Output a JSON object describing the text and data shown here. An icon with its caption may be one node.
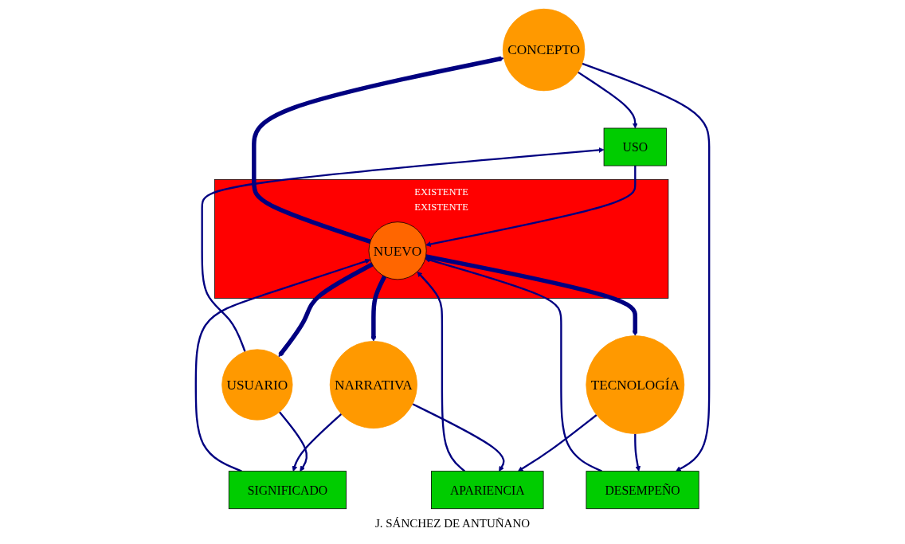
{
  "diagram": {
    "nodes": [
      {
        "text": [
          "CONCEPTO"
        ]
      },
      {
        "text": [
          "USO"
        ]
      },
      {
        "text": [
          "USUARIO"
        ]
      },
      {
        "text": [
          "EXISTENTE",
          "EXISTENTE"
        ]
      },
      {
        "text": [
          "NUEVO"
        ],
        "in": 3
      },
      {
        "text": [
          "DESEMPEÑO"
        ]
      },
      {
        "text": [
          "SIGNIFICADO"
        ]
      },
      {
        "text": [
          "TECNOLOGÍA"
        ]
      },
      {
        "text": [
          "APARIENCIA"
        ]
      },
      {
        "text": [
          "NARRATIVA"
        ]
      }
    ],
    "edges": [
      {
        "from": 0,
        "to": 1,
        "arrow": "to"
      },
      {
        "from": 2,
        "to": 1,
        "arrow": "to"
      },
      {
        "from": 1,
        "to": 4,
        "arrow": "to"
      },
      {
        "from": 4,
        "to": 0,
        "arrow": "to",
        "style": "thick"
      },
      {
        "from": 4,
        "to": 2,
        "arrow": "to",
        "style": "thick"
      },
      {
        "from": 0,
        "to": 5,
        "arrow": "to"
      },
      {
        "from": 2,
        "to": 6,
        "arrow": "to"
      },
      {
        "from": 5,
        "to": 4,
        "arrow": "to"
      },
      {
        "from": 6,
        "to": 4,
        "arrow": "to"
      },
      {
        "from": 4,
        "to": 7,
        "arrow": "to",
        "style": "thick"
      },
      {
        "from": 4,
        "to": 9,
        "arrow": "to",
        "style": "thick"
      },
      {
        "from": 7,
        "to": 5,
        "arrow": "to"
      },
      {
        "from": 9,
        "to": 6,
        "arrow": "to"
      },
      {
        "from": 7,
        "to": 8,
        "arrow": "to"
      },
      {
        "from": 9,
        "to": 8,
        "arrow": "to"
      },
      {
        "from": 8,
        "to": 4,
        "arrow": "to"
      }
    ],
    "labels": [
      "J. SÁNCHEZ DE ANTUÑANO"
    ]
  }
}
